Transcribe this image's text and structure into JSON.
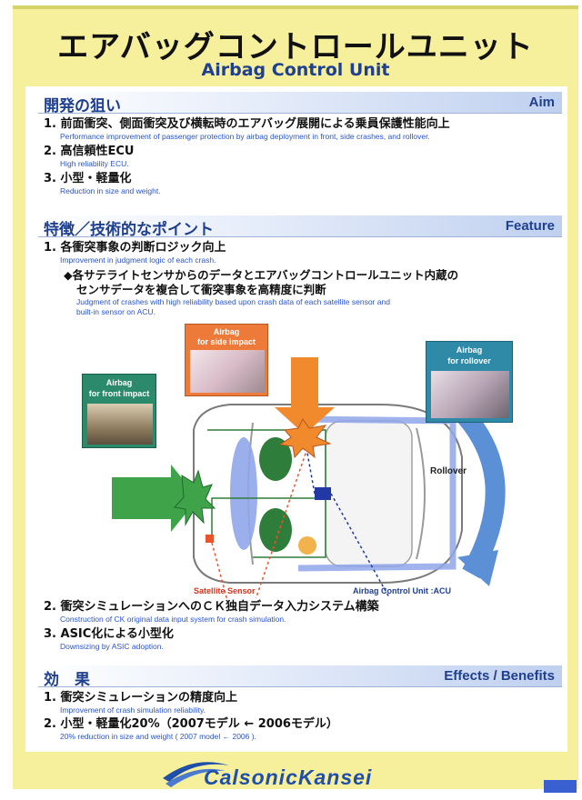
{
  "header": {
    "title_jp": "エアバッグコントロールユニット",
    "title_en": "Airbag Control Unit"
  },
  "aim": {
    "heading_jp": "開発の狙い",
    "heading_en": "Aim",
    "items": [
      {
        "jp": "1. 前面衝突、側面衝突及び横転時のエアバッグ展開による乗員保護性能向上",
        "en": "Performance improvement of passenger protection by airbag deployment in front, side crashes, and rollover."
      },
      {
        "jp": "2. 高信頼性ECU",
        "en": "High reliability ECU."
      },
      {
        "jp": "3. 小型・軽量化",
        "en": "Reduction in size and weight."
      }
    ]
  },
  "feature": {
    "heading_jp": "特徴／技術的なポイント",
    "heading_en": "Feature",
    "item1": {
      "jp": "1. 各衝突事象の判断ロジック向上",
      "en": "Improvement in judgment logic of each crash."
    },
    "sub": {
      "jp_line1": "◆各サテライトセンサからのデータとエアバッグコントロールユニット内蔵の",
      "jp_line2": "センサデータを複合して衝突事象を高精度に判断",
      "en_line1": "Judgment of crashes with high reliability based upon crash data of each satellite sensor and",
      "en_line2": "built-in sensor on ACU."
    },
    "diagram": {
      "side_label_1": "Airbag",
      "side_label_2": "for side impact",
      "front_label_1": "Airbag",
      "front_label_2": "for front impact",
      "rollover_box_1": "Airbag",
      "rollover_box_2": "for rollover",
      "rollover_text": "Rollover",
      "satellite_label": "Satellite Sensor",
      "acu_label": "Airbag  Control Unit :ACU"
    },
    "item2": {
      "jp": "2. 衝突シミュレーションへのＣＫ独自データ入力システム構築",
      "en": "Construction of CK original data input system for crash simulation."
    },
    "item3": {
      "jp": "3. ASIC化による小型化",
      "en": "Downsizing by ASIC adoption."
    }
  },
  "effects": {
    "heading_jp": "効　果",
    "heading_en": "Effects / Benefits",
    "items": [
      {
        "jp": "1. 衝突シミュレーションの精度向上",
        "en": "Improvement of crash  simulation reliability."
      },
      {
        "jp": "2. 小型・軽量化20%（2007モデル ← 2006モデル）",
        "en": "20% reduction in size and weight ( 2007 model ← 2006 )."
      }
    ]
  },
  "footer": {
    "logo_text": "CalsonicKansei"
  },
  "colors": {
    "page_bg": "#f6ef9c",
    "heading_blue": "#1f3f8f",
    "english_blue": "#2a55c9",
    "arrow_green": "#3fa34a",
    "arrow_orange": "#f08a2c",
    "arrow_blue": "#5b8fd6",
    "seat_blue": "#8fa6ea",
    "seat_green": "#2f7d3a"
  }
}
